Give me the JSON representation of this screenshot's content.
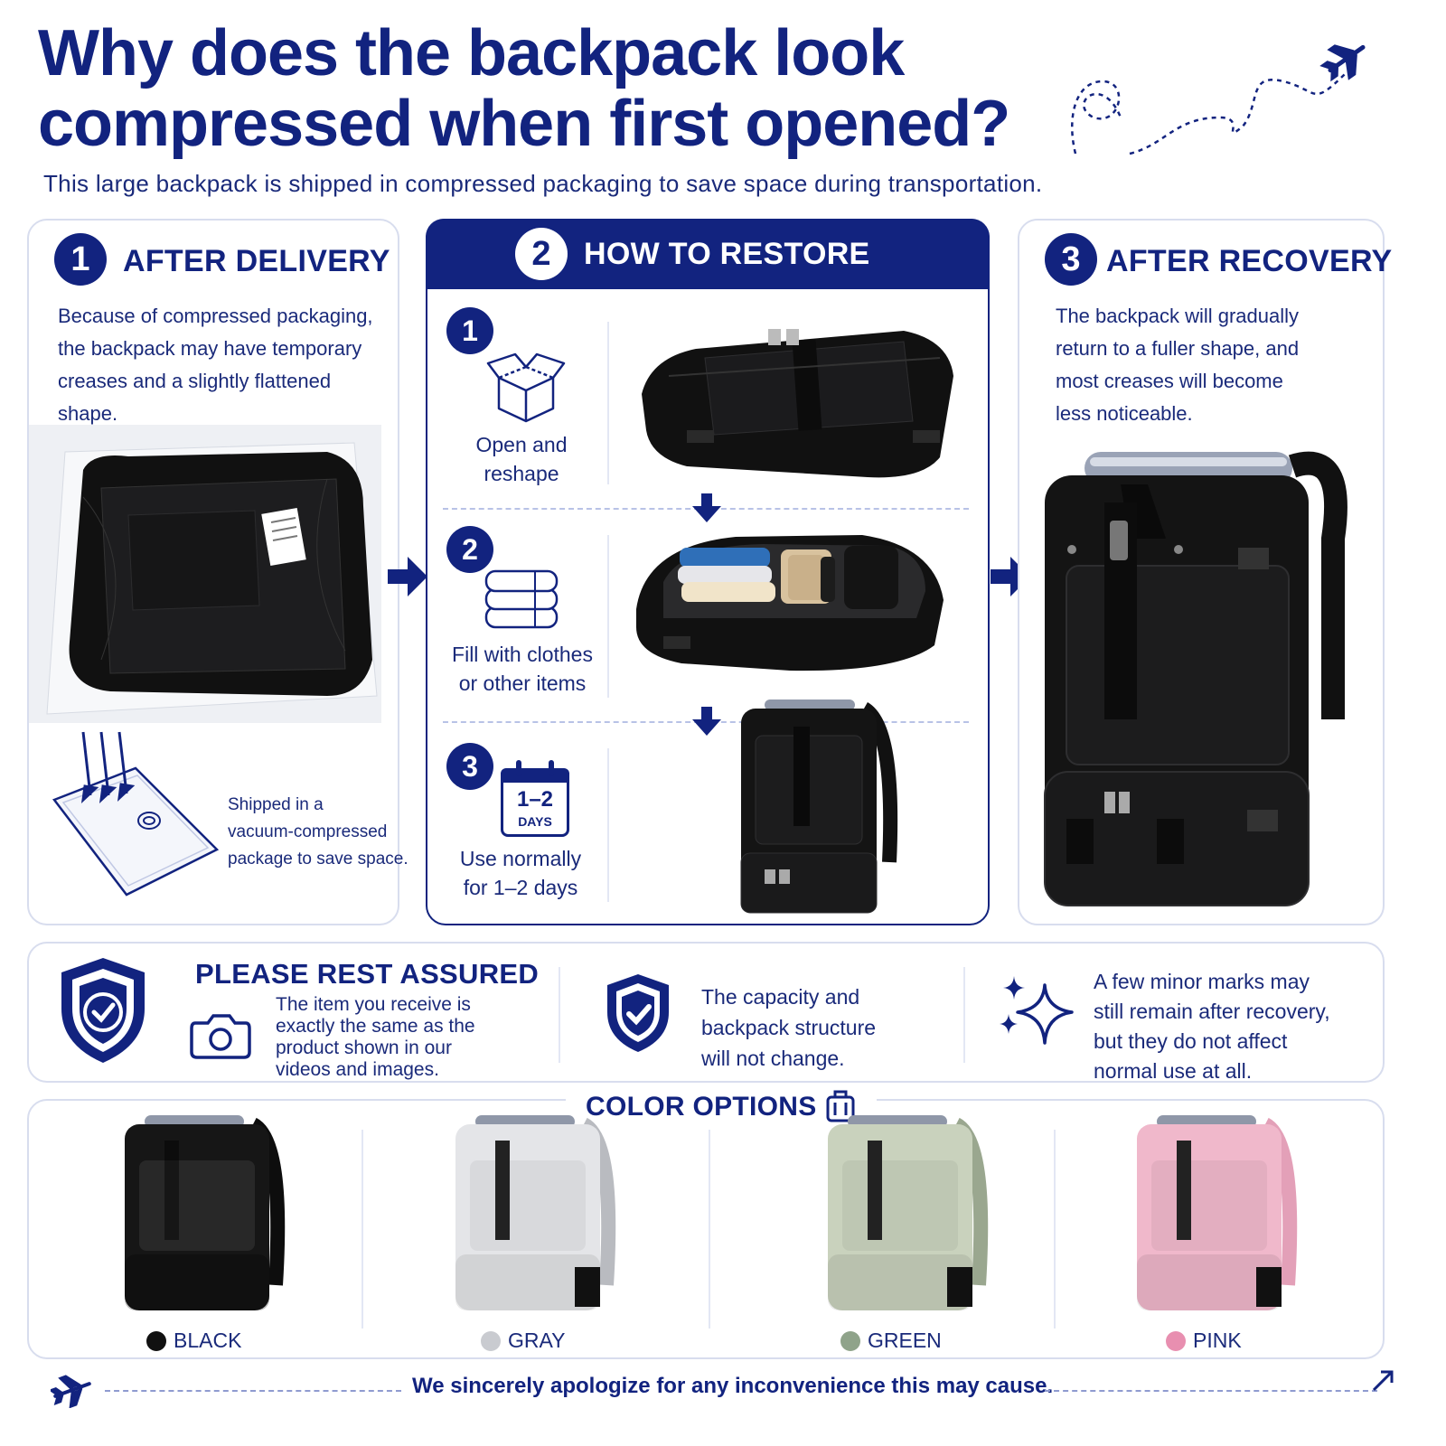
{
  "header": {
    "title_line1": "Why does the backpack look",
    "title_line2": "compressed when first opened?",
    "subtitle": "This large backpack is shipped in compressed packaging to save space during transportation."
  },
  "after_delivery": {
    "number": "1",
    "title": "AFTER DELIVERY",
    "text_line1": "Because of compressed packaging,",
    "text_line2": "the backpack may have temporary",
    "text_line3": "creases and a slightly flattened shape.",
    "note_line1": "Shipped in a",
    "note_line2": "vacuum-compressed",
    "note_line3": "package to save space."
  },
  "how_to_restore": {
    "number": "2",
    "title": "HOW TO RESTORE",
    "steps": [
      {
        "number": "1",
        "line1": "Open and",
        "line2": "reshape"
      },
      {
        "number": "2",
        "line1": "Fill with clothes",
        "line2": "or other items"
      },
      {
        "number": "3",
        "line1": "Use normally",
        "line2": "for 1–2 days"
      }
    ],
    "calendar_value": "1–2",
    "calendar_unit": "DAYS"
  },
  "after_recovery": {
    "number": "3",
    "title": "AFTER RECOVERY",
    "text_line1": "The backpack will gradually",
    "text_line2": "return to a fuller shape, and",
    "text_line3": "most creases will become",
    "text_line4": "less noticeable."
  },
  "assurance": {
    "title": "PLEASE REST ASSURED",
    "item1_line1": "The item you receive is",
    "item1_line2": "exactly the same as the",
    "item1_line3": "product shown in our",
    "item1_line4": "videos and images.",
    "item2_line1": "The capacity and",
    "item2_line2": "backpack structure",
    "item2_line3": "will not change.",
    "item3_line1": "A few minor marks may",
    "item3_line2": "still remain after recovery,",
    "item3_line3": "but they do not affect",
    "item3_line4": "normal use at all."
  },
  "color_options": {
    "title": "COLOR OPTIONS",
    "colors": [
      {
        "label": "BLACK",
        "swatch": "#111111",
        "body": "#161616",
        "strap": "#0d0d0d"
      },
      {
        "label": "GRAY",
        "swatch": "#c9cbd0",
        "body": "#e4e5e8",
        "strap": "#b9bbc0"
      },
      {
        "label": "GREEN",
        "swatch": "#8fa38a",
        "body": "#c9d2bd",
        "strap": "#9aa78f"
      },
      {
        "label": "PINK",
        "swatch": "#e88fb0",
        "body": "#f0b8cb",
        "strap": "#e3a0b8"
      }
    ]
  },
  "footer": {
    "text": "We sincerely apologize for any inconvenience this may cause."
  },
  "colors": {
    "navy": "#12237f",
    "panel_border": "#d8ddee"
  }
}
